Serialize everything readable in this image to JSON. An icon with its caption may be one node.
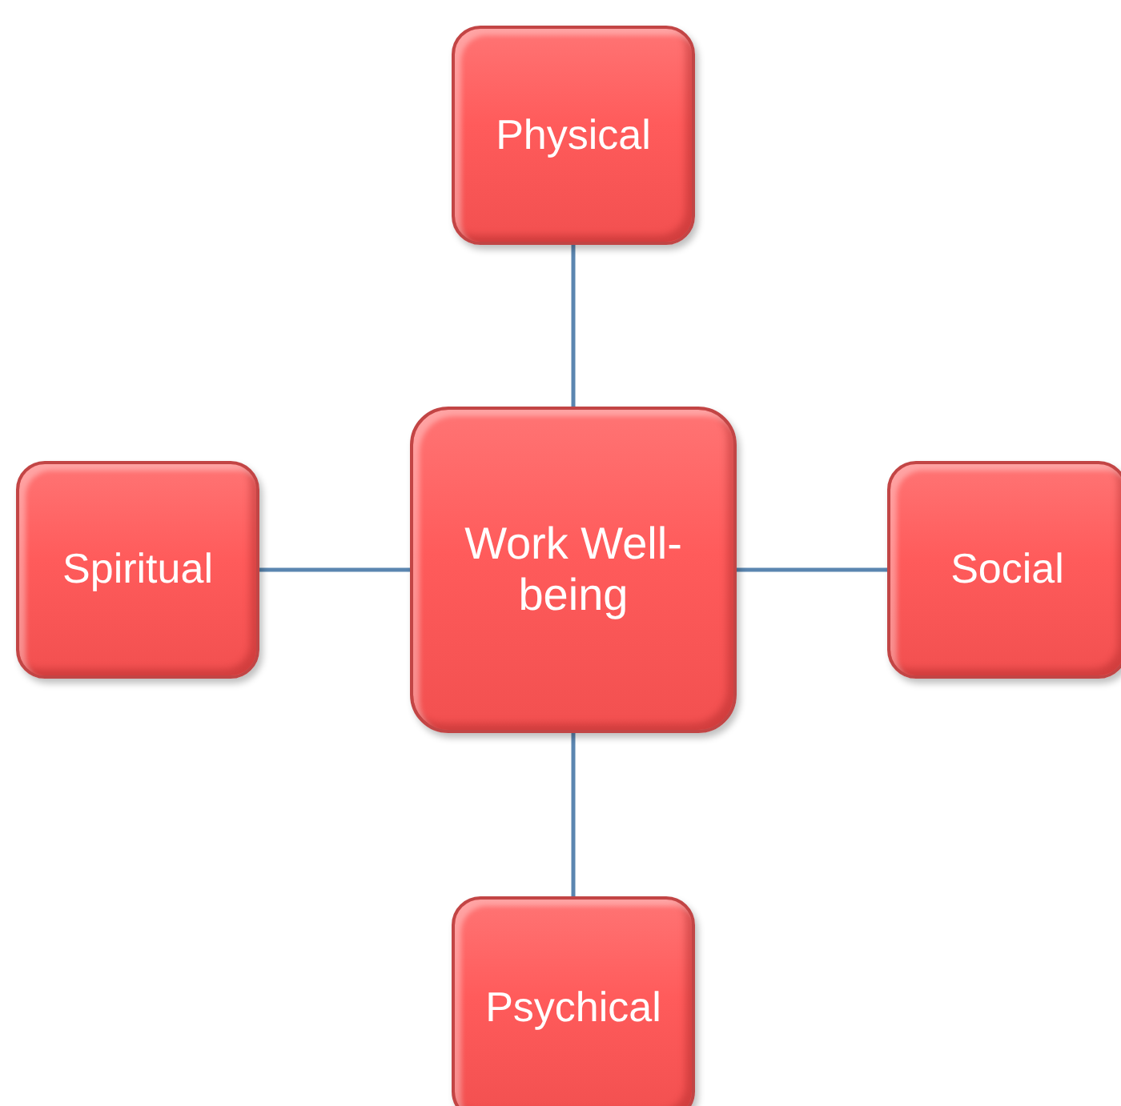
{
  "diagram": {
    "nodes": [
      {
        "text": [
          "Physical"
        ]
      },
      {
        "text": [
          "Spiritual"
        ]
      },
      {
        "text": [
          "Work Well-being"
        ]
      },
      {
        "text": [
          "Social"
        ]
      },
      {
        "text": [
          "Psychical"
        ]
      }
    ],
    "edges": [
      {
        "from": 2,
        "to": 0,
        "arrow": "none"
      },
      {
        "from": 2,
        "to": 1,
        "arrow": "none"
      },
      {
        "from": 2,
        "to": 3,
        "arrow": "none"
      },
      {
        "from": 2,
        "to": 4,
        "arrow": "none"
      }
    ]
  }
}
